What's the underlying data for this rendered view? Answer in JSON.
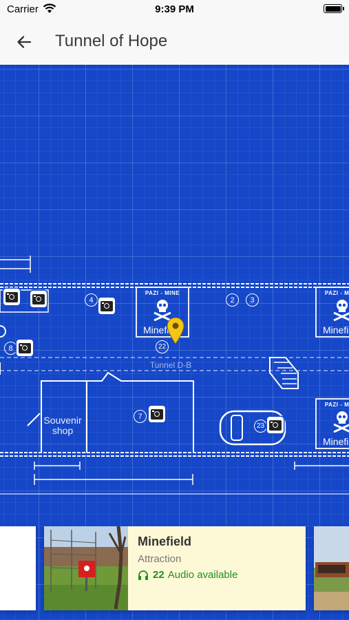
{
  "status_bar": {
    "carrier": "Carrier",
    "time": "9:39 PM"
  },
  "header": {
    "title": "Tunnel of Hope",
    "back_icon": "arrow-left-icon"
  },
  "map": {
    "background_color": "#1547c8",
    "labels": {
      "souvenir": "Souvenir shop",
      "tunnel": "Tunnel D-B"
    },
    "mine_signs": [
      {
        "header": "PAZI - MINE",
        "footer": "Minefield"
      },
      {
        "header": "PAZI - MINE",
        "footer": "Minefield"
      },
      {
        "header": "PAZI - MINE",
        "footer": "Minefield"
      }
    ],
    "markers": [
      "2",
      "3",
      "4",
      "7",
      "8",
      "22",
      "23"
    ]
  },
  "cards": {
    "selected": {
      "title": "Minefield",
      "category": "Attraction",
      "audio_count": "22",
      "audio_text": "Audio available",
      "accent_color": "#1f8f1f",
      "background_color": "#fdf9d7"
    }
  }
}
